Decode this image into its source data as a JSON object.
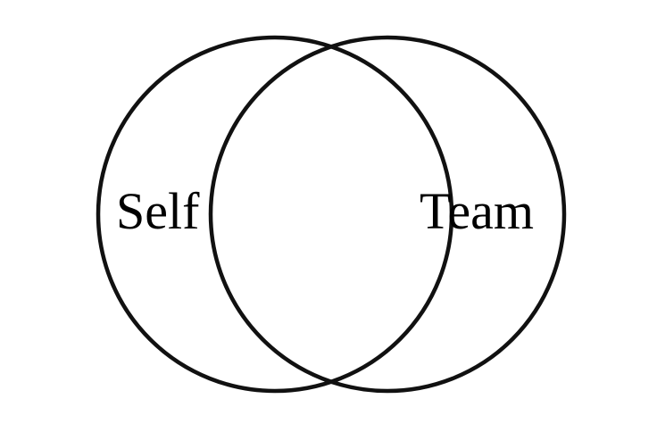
{
  "diagram": {
    "type": "venn",
    "sets": [
      {
        "id": "self",
        "label": "Self"
      },
      {
        "id": "team",
        "label": "Team"
      }
    ],
    "colors": {
      "background": "#ffffff",
      "stroke": "#111111",
      "text": "#000000"
    }
  }
}
